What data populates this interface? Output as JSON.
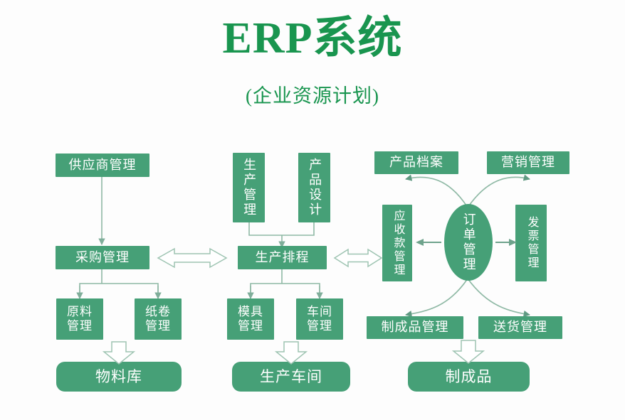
{
  "header": {
    "title": "ERP系统",
    "subtitle": "(企业资源计划)"
  },
  "colors": {
    "box_fill": "#46a077",
    "title_green": "#19954f",
    "line": "#8fb9a5",
    "background": "#fdfdfd",
    "text": "#ffffff"
  },
  "nodes": {
    "supplier_mgmt": "供应商管理",
    "procurement_mgmt": "采购管理",
    "raw_material_mgmt": "原料\n管理",
    "paper_roll_mgmt": "纸卷\n管理",
    "material_warehouse": "物料库",
    "production_mgmt": "生产管理",
    "product_design": "产品设计",
    "production_scheduling": "生产排程",
    "mold_mgmt": "模具\n管理",
    "workshop_mgmt": "车间\n管理",
    "production_workshop": "生产车间",
    "product_archive": "产品档案",
    "marketing_mgmt": "营销管理",
    "receivables_mgmt": "应收款管理",
    "order_mgmt": "订单管理",
    "invoice_mgmt": "发票管理",
    "finished_goods_mgmt": "制成品管理",
    "delivery_mgmt": "送货管理",
    "finished_goods": "制成品"
  },
  "connectors": {
    "supplier_to_procurement": "arrow-down",
    "procurement_to_raw_material": "arrow-down-branch",
    "procurement_to_paper_roll": "arrow-down-branch",
    "materials_to_warehouse": "hollow-arrow-down",
    "production_to_scheduling": "arrow-down-merge",
    "design_to_scheduling": "arrow-down-merge",
    "scheduling_to_mold": "arrow-down-branch",
    "scheduling_to_workshop": "arrow-down-branch",
    "workshop_to_production_workshop": "hollow-arrow-down",
    "procurement_scheduling_link": "hollow-double-arrow",
    "scheduling_order_link": "hollow-double-arrow",
    "order_to_receivables": "arrow-left",
    "order_to_invoice": "arrow-right",
    "order_to_product_archive": "curved-arrow-up-left",
    "order_to_marketing": "curved-arrow-up-right",
    "order_to_finished_goods_mgmt": "curved-arrow-down-left",
    "order_to_delivery": "curved-arrow-down-right",
    "delivery_to_finished_goods": "hollow-arrow-down"
  }
}
